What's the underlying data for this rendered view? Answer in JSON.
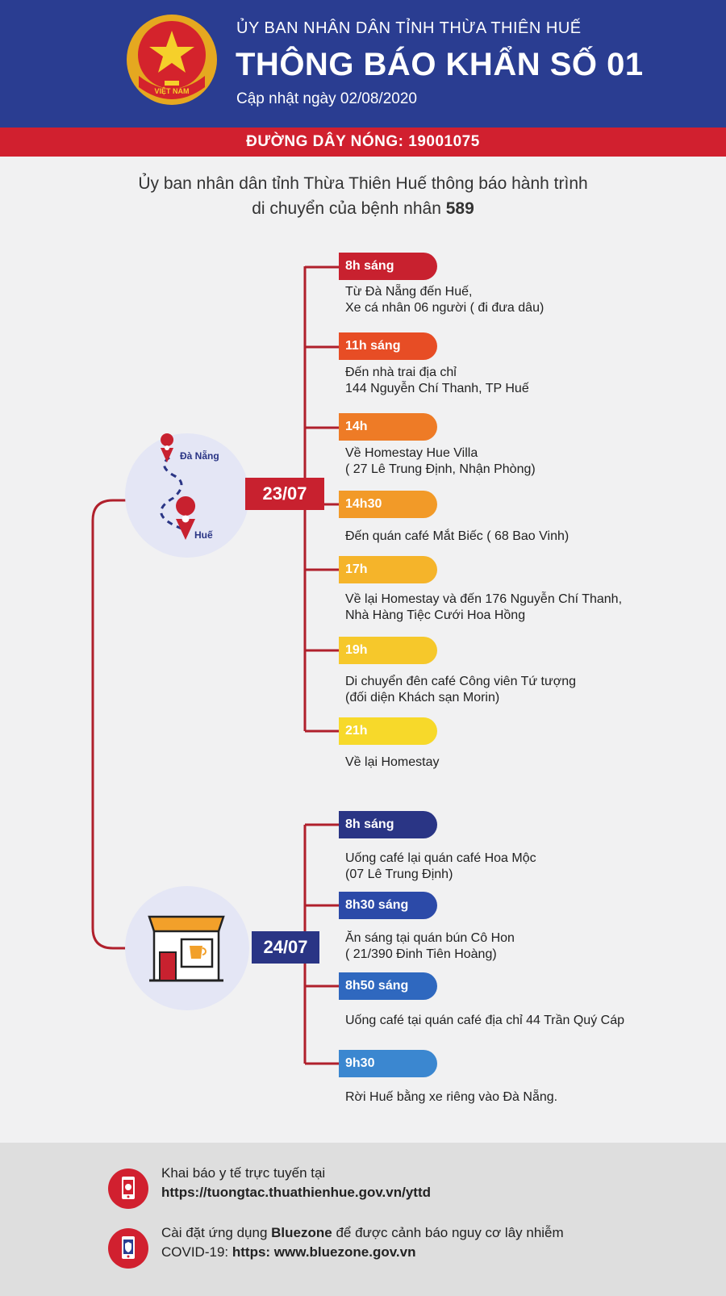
{
  "header": {
    "org": "ỦY BAN NHÂN DÂN TỈNH THỪA THIÊN HUẾ",
    "title": "THÔNG BÁO KHẨN SỐ 01",
    "updated": "Cập nhật ngày 02/08/2020",
    "emblem_text": "VIỆT NAM"
  },
  "hotline": "ĐƯỜNG DÂY NÓNG: 19001075",
  "intro": {
    "line1": "Ủy ban nhân dân tỉnh Thừa Thiên Huế thông báo hành trình",
    "line2_prefix": "di chuyển của bệnh nhân ",
    "patient": "589"
  },
  "days": [
    {
      "date": "23/07",
      "map_labels": {
        "from": "Đà Nẵng",
        "to": "Huế"
      },
      "events": [
        {
          "time": "8h sáng",
          "color": "#c8212f",
          "lines": [
            "Từ Đà Nẵng đến Huế,",
            "Xe cá nhân 06 người ( đi đưa dâu)"
          ]
        },
        {
          "time": "11h sáng",
          "color": "#e74d25",
          "lines": [
            "Đến nhà trai địa chỉ",
            "144 Nguyễn Chí Thanh, TP Huế"
          ]
        },
        {
          "time": "14h",
          "color": "#ee7b26",
          "lines": [
            "Về Homestay Hue Villa",
            "( 27 Lê Trung Định, Nhận Phòng)"
          ]
        },
        {
          "time": "14h30",
          "color": "#f29a28",
          "lines": [
            "Đến quán café Mắt Biếc ( 68 Bao Vinh)"
          ]
        },
        {
          "time": "17h",
          "color": "#f5b42a",
          "lines": [
            "Về lại Homestay và đến 176 Nguyễn Chí Thanh,",
            "Nhà Hàng Tiệc Cưới Hoa Hồng"
          ]
        },
        {
          "time": "19h",
          "color": "#f6c82b",
          "lines": [
            "Di chuyển đên café Công viên Tứ tượng",
            "(đối diện Khách sạn Morin)"
          ]
        },
        {
          "time": "21h",
          "color": "#f7d92a",
          "lines": [
            "Về lại Homestay"
          ]
        }
      ]
    },
    {
      "date": "24/07",
      "events": [
        {
          "time": "8h sáng",
          "color": "#2a3585",
          "lines": [
            "Uống café lại quán café Hoa Mộc",
            "(07 Lê Trung Định)"
          ]
        },
        {
          "time": "8h30 sáng",
          "color": "#2c4aa8",
          "lines": [
            "Ăn sáng tại quán bún Cô Hon",
            "( 21/390 Đinh Tiên Hoàng)"
          ]
        },
        {
          "time": "8h50 sáng",
          "color": "#2f68bf",
          "lines": [
            "Uống café tại quán café địa chỉ 44 Trần Quý Cáp"
          ]
        },
        {
          "time": "9h30",
          "color": "#3b87d0",
          "lines": [
            "Rời Huế bằng xe riêng vào Đà Nẵng."
          ]
        }
      ]
    }
  ],
  "footer": {
    "item1_line1": "Khai báo y tế trực tuyến tại",
    "item1_link": "https://tuongtac.thuathienhue.gov.vn/yttd",
    "item2_prefix": "Cài đặt ứng dụng ",
    "item2_app": "Bluezone",
    "item2_suffix": " để được cảnh báo nguy cơ lây nhiễm",
    "item2_line2_prefix": "COVID-19: ",
    "item2_link": "https: www.bluezone.gov.vn"
  },
  "colors": {
    "navy": "#2a3d91",
    "red": "#d1202f",
    "line_red": "#b0202c"
  }
}
